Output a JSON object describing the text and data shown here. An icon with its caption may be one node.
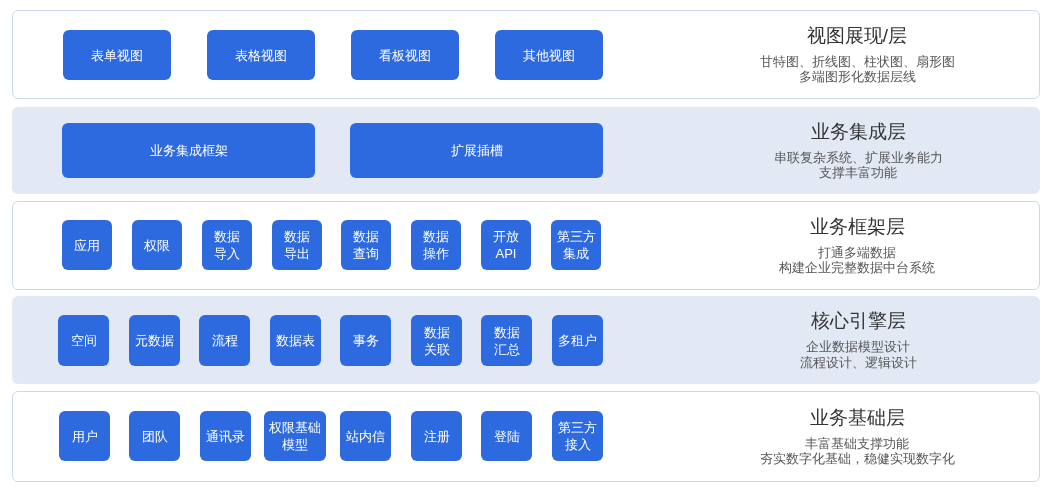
{
  "diagram": {
    "nodes": [
      {
        "text": [
          "视图展现/层",
          "甘特图、折线图、柱状图、扇形图",
          "多端图形化数据层线"
        ]
      },
      {
        "text": [
          "表单视图"
        ],
        "in": 0
      },
      {
        "text": [
          "表格视图"
        ],
        "in": 0
      },
      {
        "text": [
          "看板视图"
        ],
        "in": 0
      },
      {
        "text": [
          "其他视图"
        ],
        "in": 0
      },
      {
        "text": [
          "业务集成层",
          "串联复杂系统、扩展业务能力",
          "支撑丰富功能"
        ]
      },
      {
        "text": [
          "业务集成框架"
        ],
        "in": 5
      },
      {
        "text": [
          "扩展插槽"
        ],
        "in": 5
      },
      {
        "text": [
          "业务框架层",
          "打通多端数据",
          "构建企业完整数据中台系统"
        ]
      },
      {
        "text": [
          "应用"
        ],
        "in": 8
      },
      {
        "text": [
          "权限"
        ],
        "in": 8
      },
      {
        "text": [
          "数据导入"
        ],
        "in": 8
      },
      {
        "text": [
          "数据导出"
        ],
        "in": 8
      },
      {
        "text": [
          "数据查询"
        ],
        "in": 8
      },
      {
        "text": [
          "数据操作"
        ],
        "in": 8
      },
      {
        "text": [
          "开放API"
        ],
        "in": 8
      },
      {
        "text": [
          "第三方集成"
        ],
        "in": 8
      },
      {
        "text": [
          "核心引擎层",
          "企业数据模型设计",
          "流程设计、逻辑设计"
        ]
      },
      {
        "text": [
          "空间"
        ],
        "in": 17
      },
      {
        "text": [
          "元数据"
        ],
        "in": 17
      },
      {
        "text": [
          "流程"
        ],
        "in": 17
      },
      {
        "text": [
          "数据表"
        ],
        "in": 17
      },
      {
        "text": [
          "事务"
        ],
        "in": 17
      },
      {
        "text": [
          "数据关联"
        ],
        "in": 17
      },
      {
        "text": [
          "数据汇总"
        ],
        "in": 17
      },
      {
        "text": [
          "多租户"
        ],
        "in": 17
      },
      {
        "text": [
          "业务基础层",
          "丰富基础支撑功能",
          "夯实数字化基础，稳健实现数字化"
        ]
      },
      {
        "text": [
          "用户"
        ],
        "in": 26
      },
      {
        "text": [
          "团队"
        ],
        "in": 26
      },
      {
        "text": [
          "通讯录"
        ],
        "in": 26
      },
      {
        "text": [
          "权限基础模型"
        ],
        "in": 26
      },
      {
        "text": [
          "站内信"
        ],
        "in": 26
      },
      {
        "text": [
          "注册"
        ],
        "in": 26
      },
      {
        "text": [
          "登陆"
        ],
        "in": 26
      },
      {
        "text": [
          "第三方接入"
        ],
        "in": 26
      }
    ]
  }
}
